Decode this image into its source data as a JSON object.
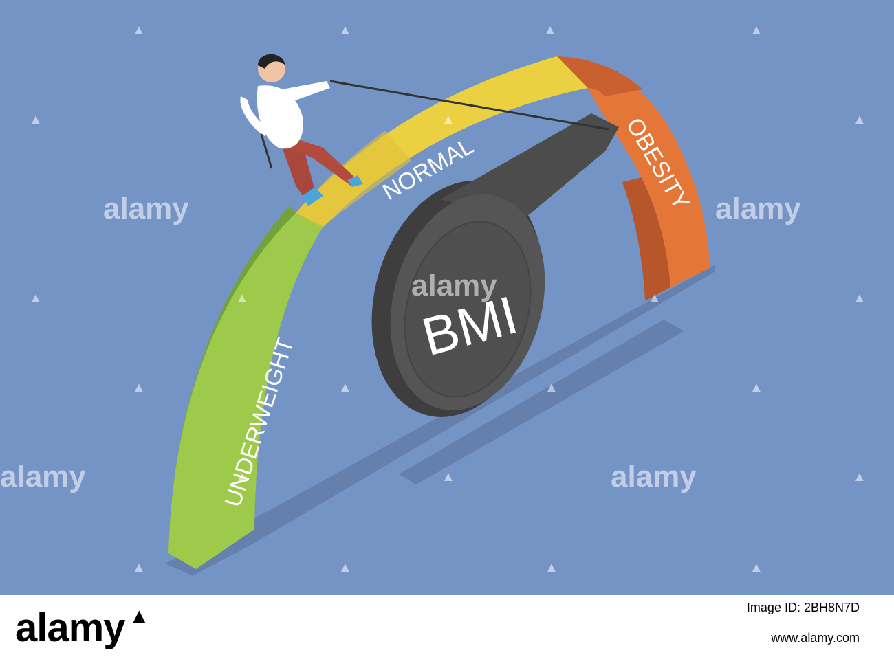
{
  "gauge": {
    "title": "BMI",
    "segments": [
      {
        "label": "UNDERWEIGHT",
        "color": "#9dca4a"
      },
      {
        "label": "NORMAL",
        "color": "#ebd042"
      },
      {
        "label": "OBESITY",
        "color": "#e47638"
      }
    ]
  },
  "watermark": {
    "text": "alamy"
  },
  "footer": {
    "logo": "alamy",
    "image_id": "Image ID: 2BH8N7D",
    "url": "www.alamy.com"
  },
  "colors": {
    "background": "#7594c6",
    "shadow": "#6680ae",
    "needle": "#4c4c4c",
    "dial_face": "#555555"
  }
}
